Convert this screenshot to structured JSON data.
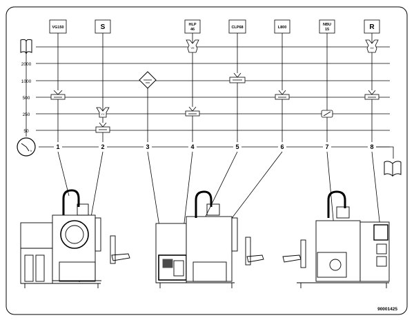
{
  "levels": [
    {
      "label": ""
    },
    {
      "label": "2000"
    },
    {
      "label": "1000"
    },
    {
      "label": "500"
    },
    {
      "label": "250"
    },
    {
      "label": "50"
    }
  ],
  "columns": [
    {
      "number": "1",
      "header_lines": [
        "VG150"
      ]
    },
    {
      "number": "2",
      "header_lines": [
        "S"
      ]
    },
    {
      "number": "3",
      "header_lines": []
    },
    {
      "number": "4",
      "header_lines": [
        "HLP",
        "46"
      ]
    },
    {
      "number": "5",
      "header_lines": [
        "CLP68"
      ]
    },
    {
      "number": "6",
      "header_lines": [
        "L800"
      ]
    },
    {
      "number": "7",
      "header_lines": [
        "NBU",
        "15"
      ]
    },
    {
      "number": "8",
      "header_lines": [
        "R"
      ]
    }
  ],
  "footer": {
    "doc_number": "90001425"
  },
  "icons": [
    "manual-book-icon",
    "clock-icon",
    "manual-book-icon",
    "grease-fitting-icon",
    "oil-can-icon",
    "coolant-diamond-icon",
    "brush-icon"
  ],
  "colors": {
    "ink": "#000000",
    "background": "#ffffff"
  }
}
